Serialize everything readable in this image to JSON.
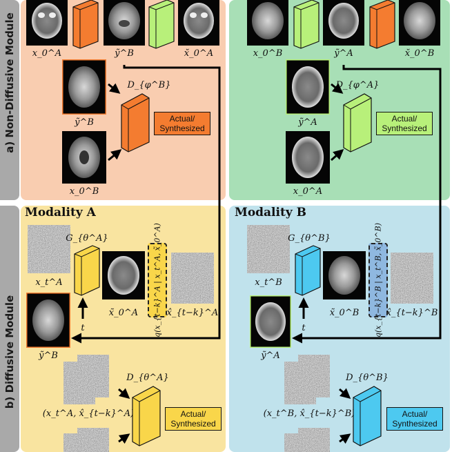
{
  "sections": {
    "non_diffusive": "a) Non-Diffusive Module",
    "diffusive": "b) Diffusive Module"
  },
  "colors": {
    "salmon": "#f9cdb0",
    "green": "#a8dfb6",
    "yellow": "#f9e4a0",
    "blue": "#c0e2ec",
    "orange_block": "#f47c30",
    "lime_block": "#b8f07a",
    "yellow_block": "#f9d64a",
    "cyan_block": "#4dc9f0"
  },
  "top_left": {
    "img1": "x_0^A",
    "img2": "ỹ^B",
    "img3": "x̆_0^A",
    "disc_in_top": "ỹ^B",
    "disc_in_bottom": "x_0^B",
    "discriminator": "D_{φ^B}",
    "output": "Actual/\nSynthesized"
  },
  "top_right": {
    "img1": "x_0^B",
    "img2": "ỹ^A",
    "img3": "x̆_0^B",
    "disc_in_top": "ỹ^A",
    "disc_in_bottom": "x_0^A",
    "discriminator": "D_{φ^A}",
    "output": "Actual/\nSynthesized"
  },
  "modality_a": {
    "title": "Modality A",
    "noisy": "x_t^A",
    "generator": "G_{θ^A}",
    "estimate": "x̃_0^A",
    "posterior": "q(x_{t−k}^A | x_t^A, x̃_0^A)",
    "denoised": "x̂_{t−k}^A",
    "condition": "ỹ^B",
    "time": "t",
    "pair": "(x_t^A, x̂_{t−k}^A)",
    "discriminator": "D_{θ^A}",
    "output": "Actual/\nSynthesized"
  },
  "modality_b": {
    "title": "Modality B",
    "noisy": "x_t^B",
    "generator": "G_{θ^B}",
    "estimate": "x̃_0^B",
    "posterior": "q(x_{t−k}^B | x_t^B, x̃_0^B)",
    "denoised": "x̂_{t−k}^B",
    "condition": "ỹ^A",
    "time": "t",
    "pair": "(x_t^B, x̂_{t−k}^B)",
    "discriminator": "D_{θ^B}",
    "output": "Actual/\nSynthesized"
  }
}
